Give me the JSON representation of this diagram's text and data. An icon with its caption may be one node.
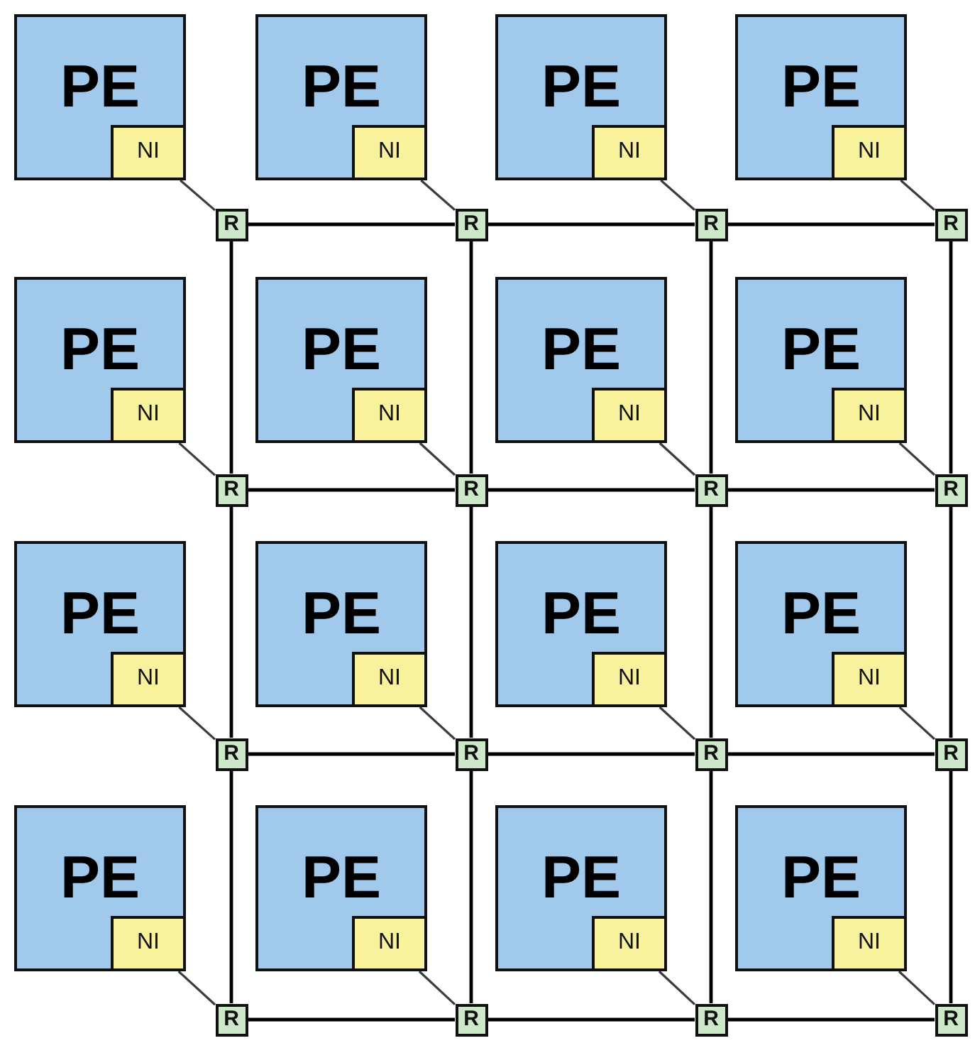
{
  "diagram": {
    "nodes": [
      {
        "text": [
          "PE"
        ]
      },
      {
        "text": [
          "NI"
        ],
        "in": 0
      },
      {
        "text": [
          "PE"
        ]
      },
      {
        "text": [
          "NI"
        ],
        "in": 2
      },
      {
        "text": [
          "PE"
        ]
      },
      {
        "text": [
          "NI"
        ],
        "in": 4
      },
      {
        "text": [
          "PE"
        ]
      },
      {
        "text": [
          "NI"
        ],
        "in": 6
      },
      {
        "text": [
          "R"
        ]
      },
      {
        "text": [
          "R"
        ]
      },
      {
        "text": [
          "R"
        ]
      },
      {
        "text": [
          "R"
        ]
      },
      {
        "text": [
          "PE"
        ]
      },
      {
        "text": [
          "NI"
        ],
        "in": 12
      },
      {
        "text": [
          "PE"
        ]
      },
      {
        "text": [
          "NI"
        ],
        "in": 14
      },
      {
        "text": [
          "PE"
        ]
      },
      {
        "text": [
          "NI"
        ],
        "in": 16
      },
      {
        "text": [
          "PE"
        ]
      },
      {
        "text": [
          "NI"
        ],
        "in": 18
      },
      {
        "text": [
          "R"
        ]
      },
      {
        "text": [
          "R"
        ]
      },
      {
        "text": [
          "R"
        ]
      },
      {
        "text": [
          "R"
        ]
      },
      {
        "text": [
          "PE"
        ]
      },
      {
        "text": [
          "NI"
        ],
        "in": 24
      },
      {
        "text": [
          "PE"
        ]
      },
      {
        "text": [
          "NI"
        ],
        "in": 26
      },
      {
        "text": [
          "PE"
        ]
      },
      {
        "text": [
          "NI"
        ],
        "in": 28
      },
      {
        "text": [
          "PE"
        ]
      },
      {
        "text": [
          "NI"
        ],
        "in": 30
      },
      {
        "text": [
          "R"
        ]
      },
      {
        "text": [
          "R"
        ]
      },
      {
        "text": [
          "R"
        ]
      },
      {
        "text": [
          "R"
        ]
      },
      {
        "text": [
          "PE"
        ]
      },
      {
        "text": [
          "NI"
        ],
        "in": 36
      },
      {
        "text": [
          "PE"
        ]
      },
      {
        "text": [
          "NI"
        ],
        "in": 38
      },
      {
        "text": [
          "PE"
        ]
      },
      {
        "text": [
          "NI"
        ],
        "in": 40
      },
      {
        "text": [
          "PE"
        ]
      },
      {
        "text": [
          "NI"
        ],
        "in": 42
      },
      {
        "text": [
          "R"
        ]
      },
      {
        "text": [
          "R"
        ]
      },
      {
        "text": [
          "R"
        ]
      },
      {
        "text": [
          "R"
        ]
      }
    ],
    "edges": [
      {
        "from": 1,
        "to": 8,
        "arrow": "none",
        "color": "#3c3c3c"
      },
      {
        "from": 3,
        "to": 9,
        "arrow": "none",
        "color": "#3c3c3c"
      },
      {
        "from": 5,
        "to": 10,
        "arrow": "none",
        "color": "#3c3c3c"
      },
      {
        "from": 7,
        "to": 11,
        "arrow": "none",
        "color": "#3c3c3c"
      },
      {
        "from": 13,
        "to": 20,
        "arrow": "none",
        "color": "#3c3c3c"
      },
      {
        "from": 15,
        "to": 21,
        "arrow": "none",
        "color": "#3c3c3c"
      },
      {
        "from": 17,
        "to": 22,
        "arrow": "none",
        "color": "#3c3c3c"
      },
      {
        "from": 19,
        "to": 23,
        "arrow": "none",
        "color": "#3c3c3c"
      },
      {
        "from": 25,
        "to": 32,
        "arrow": "none",
        "color": "#3c3c3c"
      },
      {
        "from": 27,
        "to": 33,
        "arrow": "none",
        "color": "#3c3c3c"
      },
      {
        "from": 29,
        "to": 34,
        "arrow": "none",
        "color": "#3c3c3c"
      },
      {
        "from": 31,
        "to": 35,
        "arrow": "none",
        "color": "#3c3c3c"
      },
      {
        "from": 37,
        "to": 44,
        "arrow": "none",
        "color": "#3c3c3c"
      },
      {
        "from": 39,
        "to": 45,
        "arrow": "none",
        "color": "#3c3c3c"
      },
      {
        "from": 41,
        "to": 46,
        "arrow": "none",
        "color": "#3c3c3c"
      },
      {
        "from": 43,
        "to": 47,
        "arrow": "none",
        "color": "#3c3c3c"
      },
      {
        "from": 8,
        "to": 9,
        "arrow": "none"
      },
      {
        "from": 9,
        "to": 10,
        "arrow": "none"
      },
      {
        "from": 10,
        "to": 11,
        "arrow": "none"
      },
      {
        "from": 8,
        "to": 20,
        "arrow": "none"
      },
      {
        "from": 9,
        "to": 21,
        "arrow": "none"
      },
      {
        "from": 10,
        "to": 22,
        "arrow": "none"
      },
      {
        "from": 11,
        "to": 23,
        "arrow": "none"
      },
      {
        "from": 20,
        "to": 21,
        "arrow": "none"
      },
      {
        "from": 21,
        "to": 22,
        "arrow": "none"
      },
      {
        "from": 22,
        "to": 23,
        "arrow": "none"
      },
      {
        "from": 20,
        "to": 32,
        "arrow": "none"
      },
      {
        "from": 21,
        "to": 33,
        "arrow": "none"
      },
      {
        "from": 22,
        "to": 34,
        "arrow": "none"
      },
      {
        "from": 23,
        "to": 35,
        "arrow": "none"
      },
      {
        "from": 32,
        "to": 33,
        "arrow": "none"
      },
      {
        "from": 33,
        "to": 34,
        "arrow": "none"
      },
      {
        "from": 34,
        "to": 35,
        "arrow": "none"
      },
      {
        "from": 32,
        "to": 44,
        "arrow": "none"
      },
      {
        "from": 33,
        "to": 45,
        "arrow": "none"
      },
      {
        "from": 34,
        "to": 46,
        "arrow": "none"
      },
      {
        "from": 35,
        "to": 47,
        "arrow": "none"
      },
      {
        "from": 44,
        "to": 45,
        "arrow": "none"
      },
      {
        "from": 45,
        "to": 46,
        "arrow": "none"
      },
      {
        "from": 46,
        "to": 47,
        "arrow": "none"
      }
    ]
  }
}
